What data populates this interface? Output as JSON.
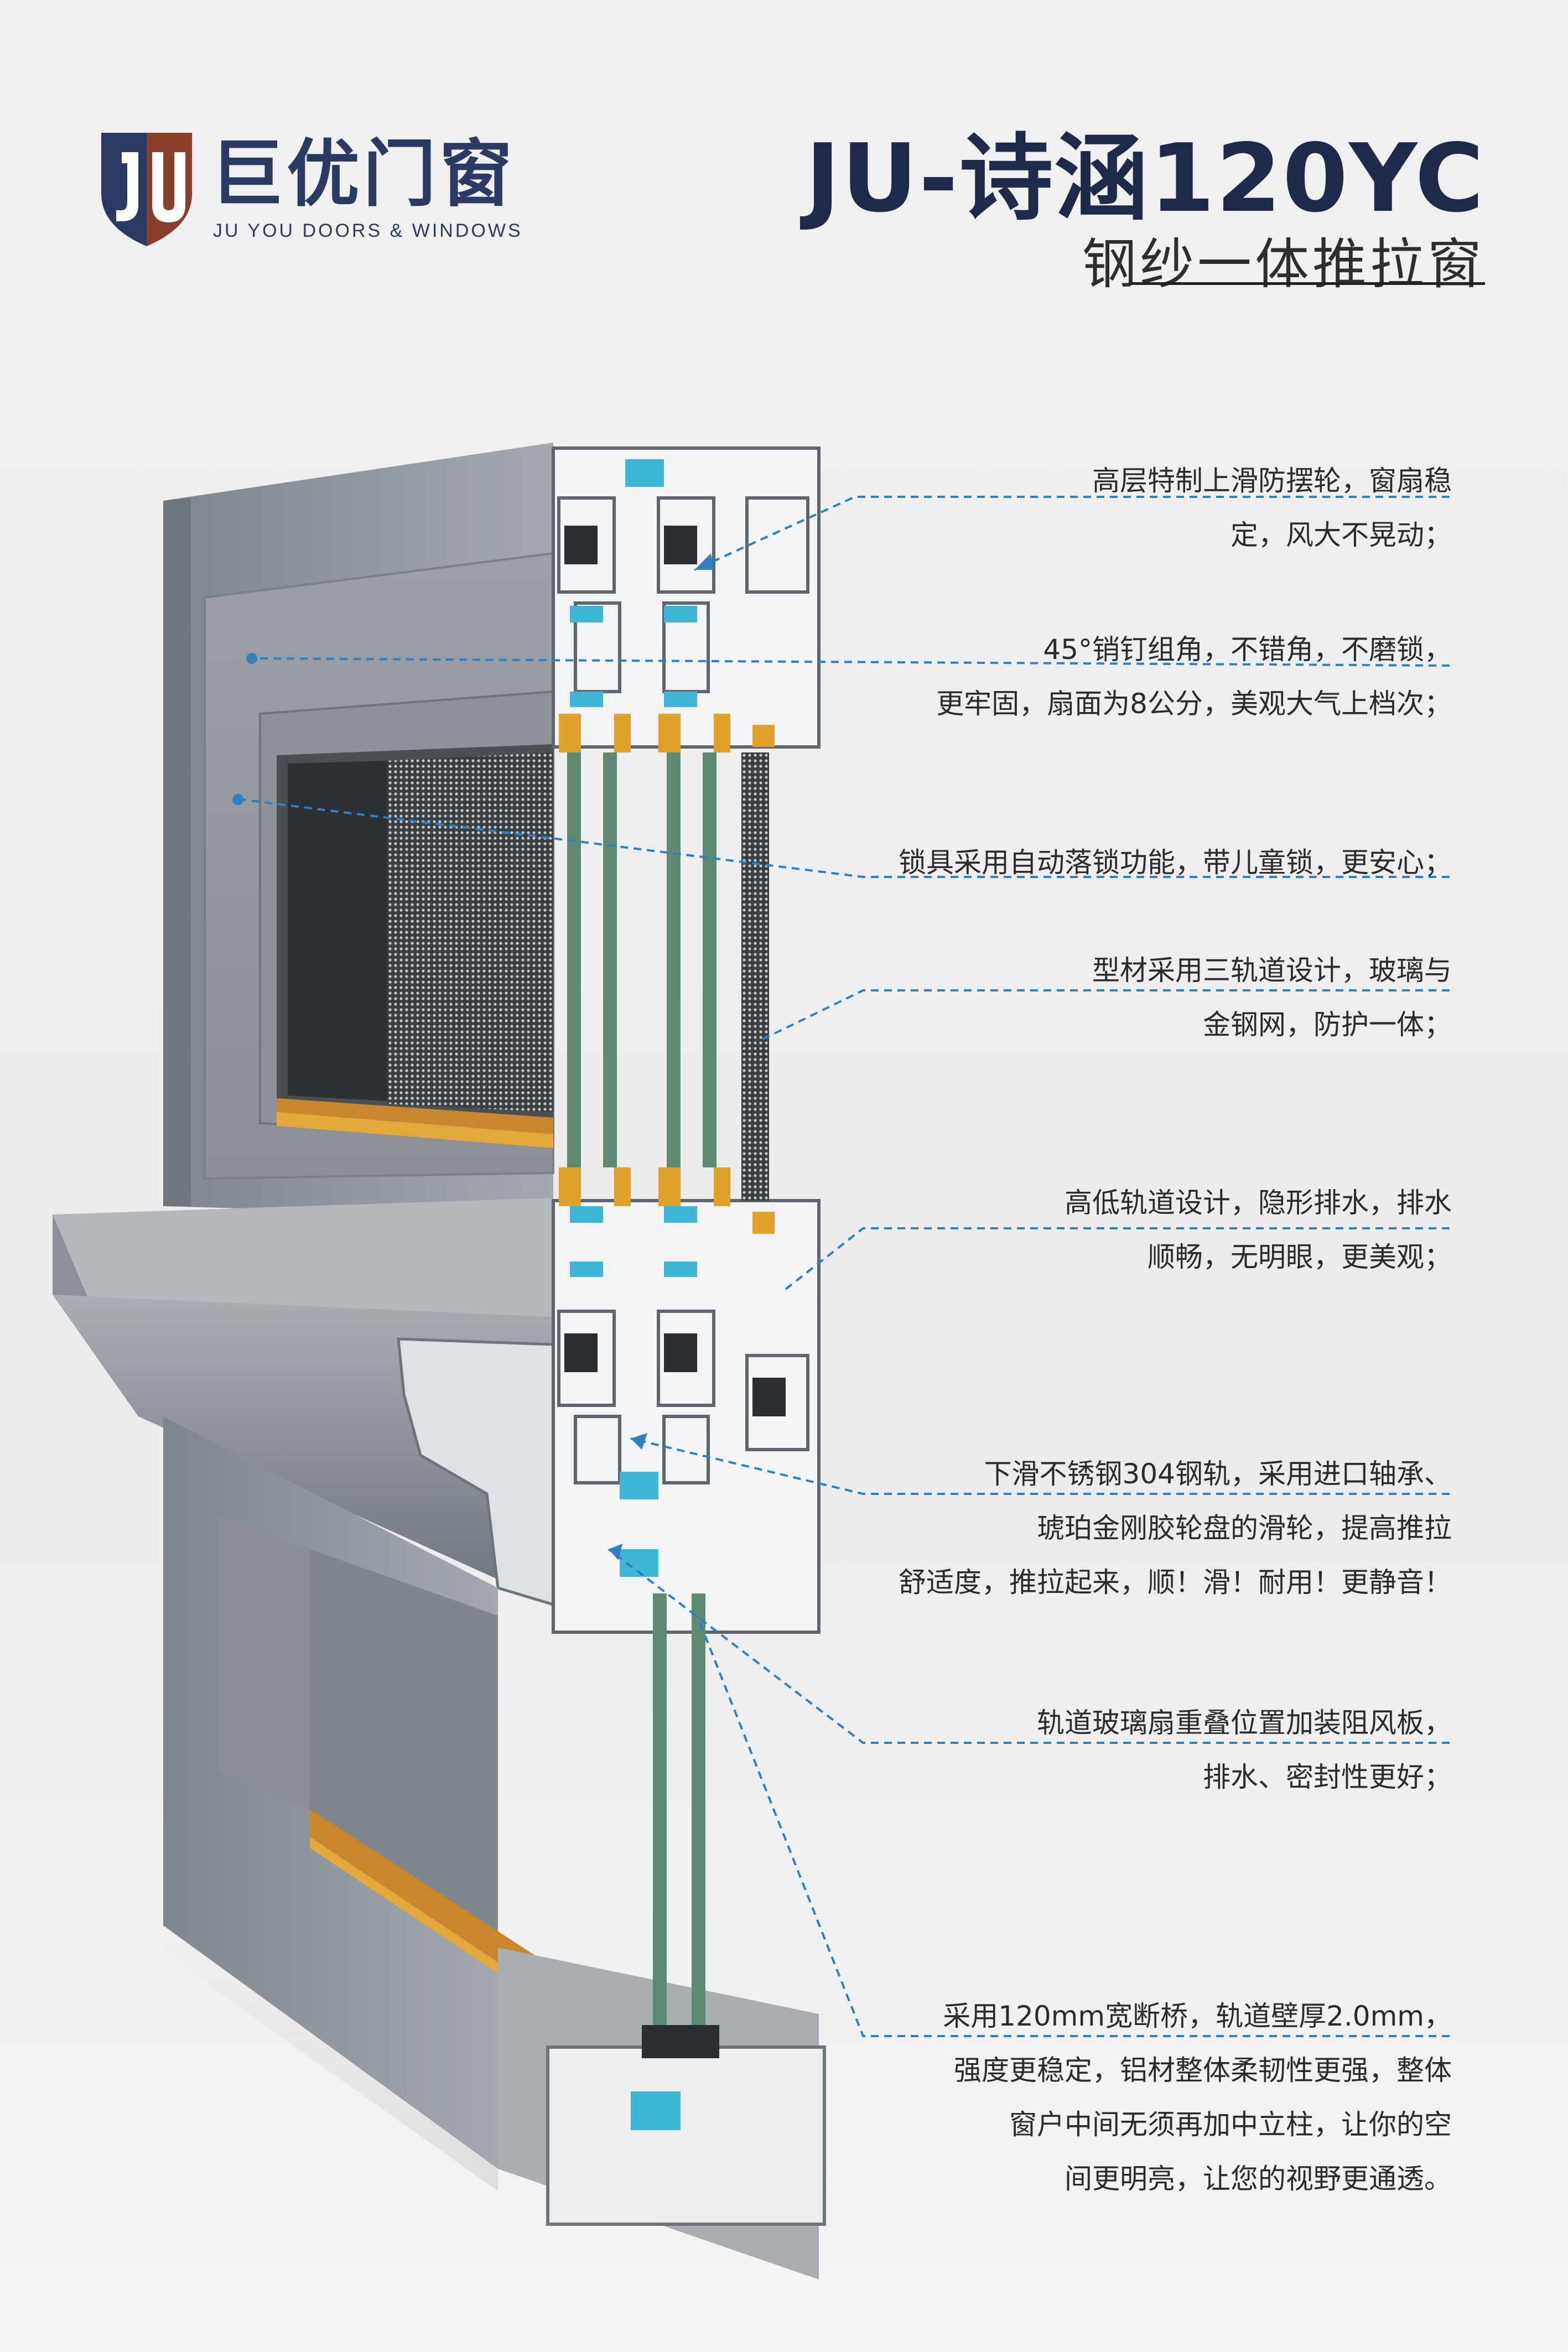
{
  "brand": {
    "name_cn": "巨优门窗",
    "name_en": "JU YOU DOORS & WINDOWS",
    "mark": "JU",
    "colors": {
      "navy": "#2b3a63",
      "copper": "#8a3f2c"
    }
  },
  "product": {
    "model": "JU-诗涵120YC",
    "type": "钢纱一体推拉窗"
  },
  "features": [
    {
      "lines": [
        "高层特制上滑防摆轮，窗扇稳",
        "定，风大不晃动；"
      ]
    },
    {
      "lines": [
        "45°销钉组角，不错角，不磨锁，",
        "更牢固，扇面为8公分，美观大气上档次；"
      ]
    },
    {
      "lines": [
        "锁具采用自动落锁功能，带儿童锁，更安心；"
      ]
    },
    {
      "lines": [
        "型材采用三轨道设计，玻璃与",
        "金钢网，防护一体；"
      ]
    },
    {
      "lines": [
        "高低轨道设计，隐形排水，排水",
        "顺畅，无明眼，更美观；"
      ]
    },
    {
      "lines": [
        "下滑不锈钢304钢轨，采用进口轴承、",
        "琥珀金刚胶轮盘的滑轮，提高推拉",
        "舒适度，推拉起来，顺！滑！耐用！更静音！"
      ]
    },
    {
      "lines": [
        "轨道玻璃扇重叠位置加装阻风板，",
        "排水、密封性更好；"
      ]
    },
    {
      "lines": [
        "采用120mm宽断桥，轨道壁厚2.0mm，",
        "强度更稳定，铝材整体柔韧性更强，整体",
        "窗户中间无须再加中立柱，让你的空",
        "间更明亮，让您的视野更通透。"
      ]
    }
  ],
  "colors": {
    "profile": "#8b9299",
    "profile_dark": "#5f666d",
    "profile_light": "#b7bcc1",
    "glass": "#5e8a74",
    "strip_blue": "#3fb6d6",
    "gasket_orange": "#e0a22a",
    "leader_line": "#2f7fc1"
  }
}
